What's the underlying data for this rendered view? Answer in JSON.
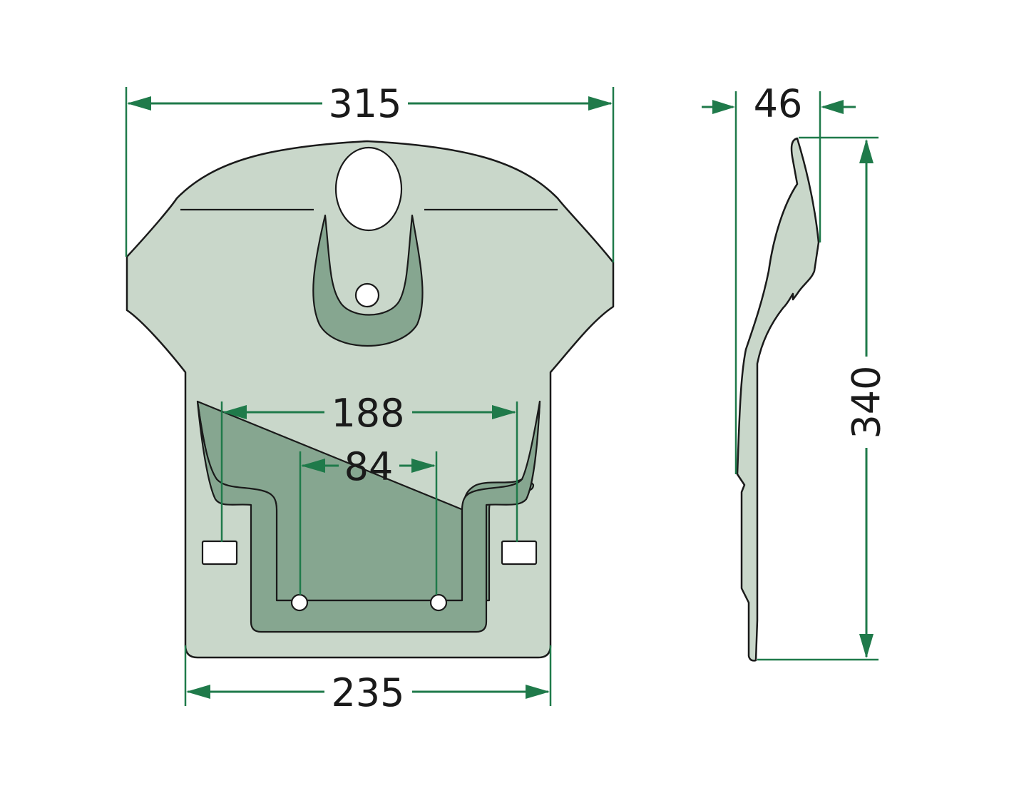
{
  "colors": {
    "dimension": "#1f7a4a",
    "plate_fill": "#c9d7ca",
    "pressed_fill": "#86a690"
  },
  "dimensions": {
    "overall_width": "315",
    "bottom_width": "235",
    "slot_spacing": "188",
    "hole_spacing": "84",
    "side_depth": "46",
    "height": "340"
  }
}
